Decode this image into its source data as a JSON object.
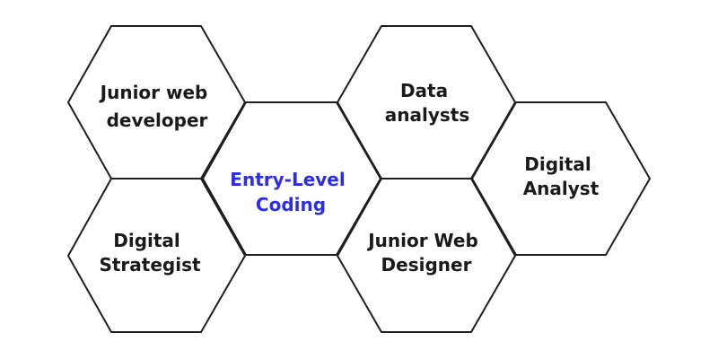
{
  "diagram": {
    "center": {
      "line1": "Entry-Level",
      "line2": "Coding"
    },
    "roles": [
      {
        "line1": "Junior web",
        "line2": "developer"
      },
      {
        "line1": "Digital",
        "line2": "Strategist"
      },
      {
        "line1": "Data",
        "line2": "analysts"
      },
      {
        "line1": "Junior Web",
        "line2": "Designer"
      },
      {
        "line1": "Digital",
        "line2": "Analyst"
      }
    ]
  },
  "colors": {
    "outline": "#1f1f1f",
    "text": "#1a1a1a",
    "accent": "#2b2de8",
    "background": "#ffffff"
  }
}
